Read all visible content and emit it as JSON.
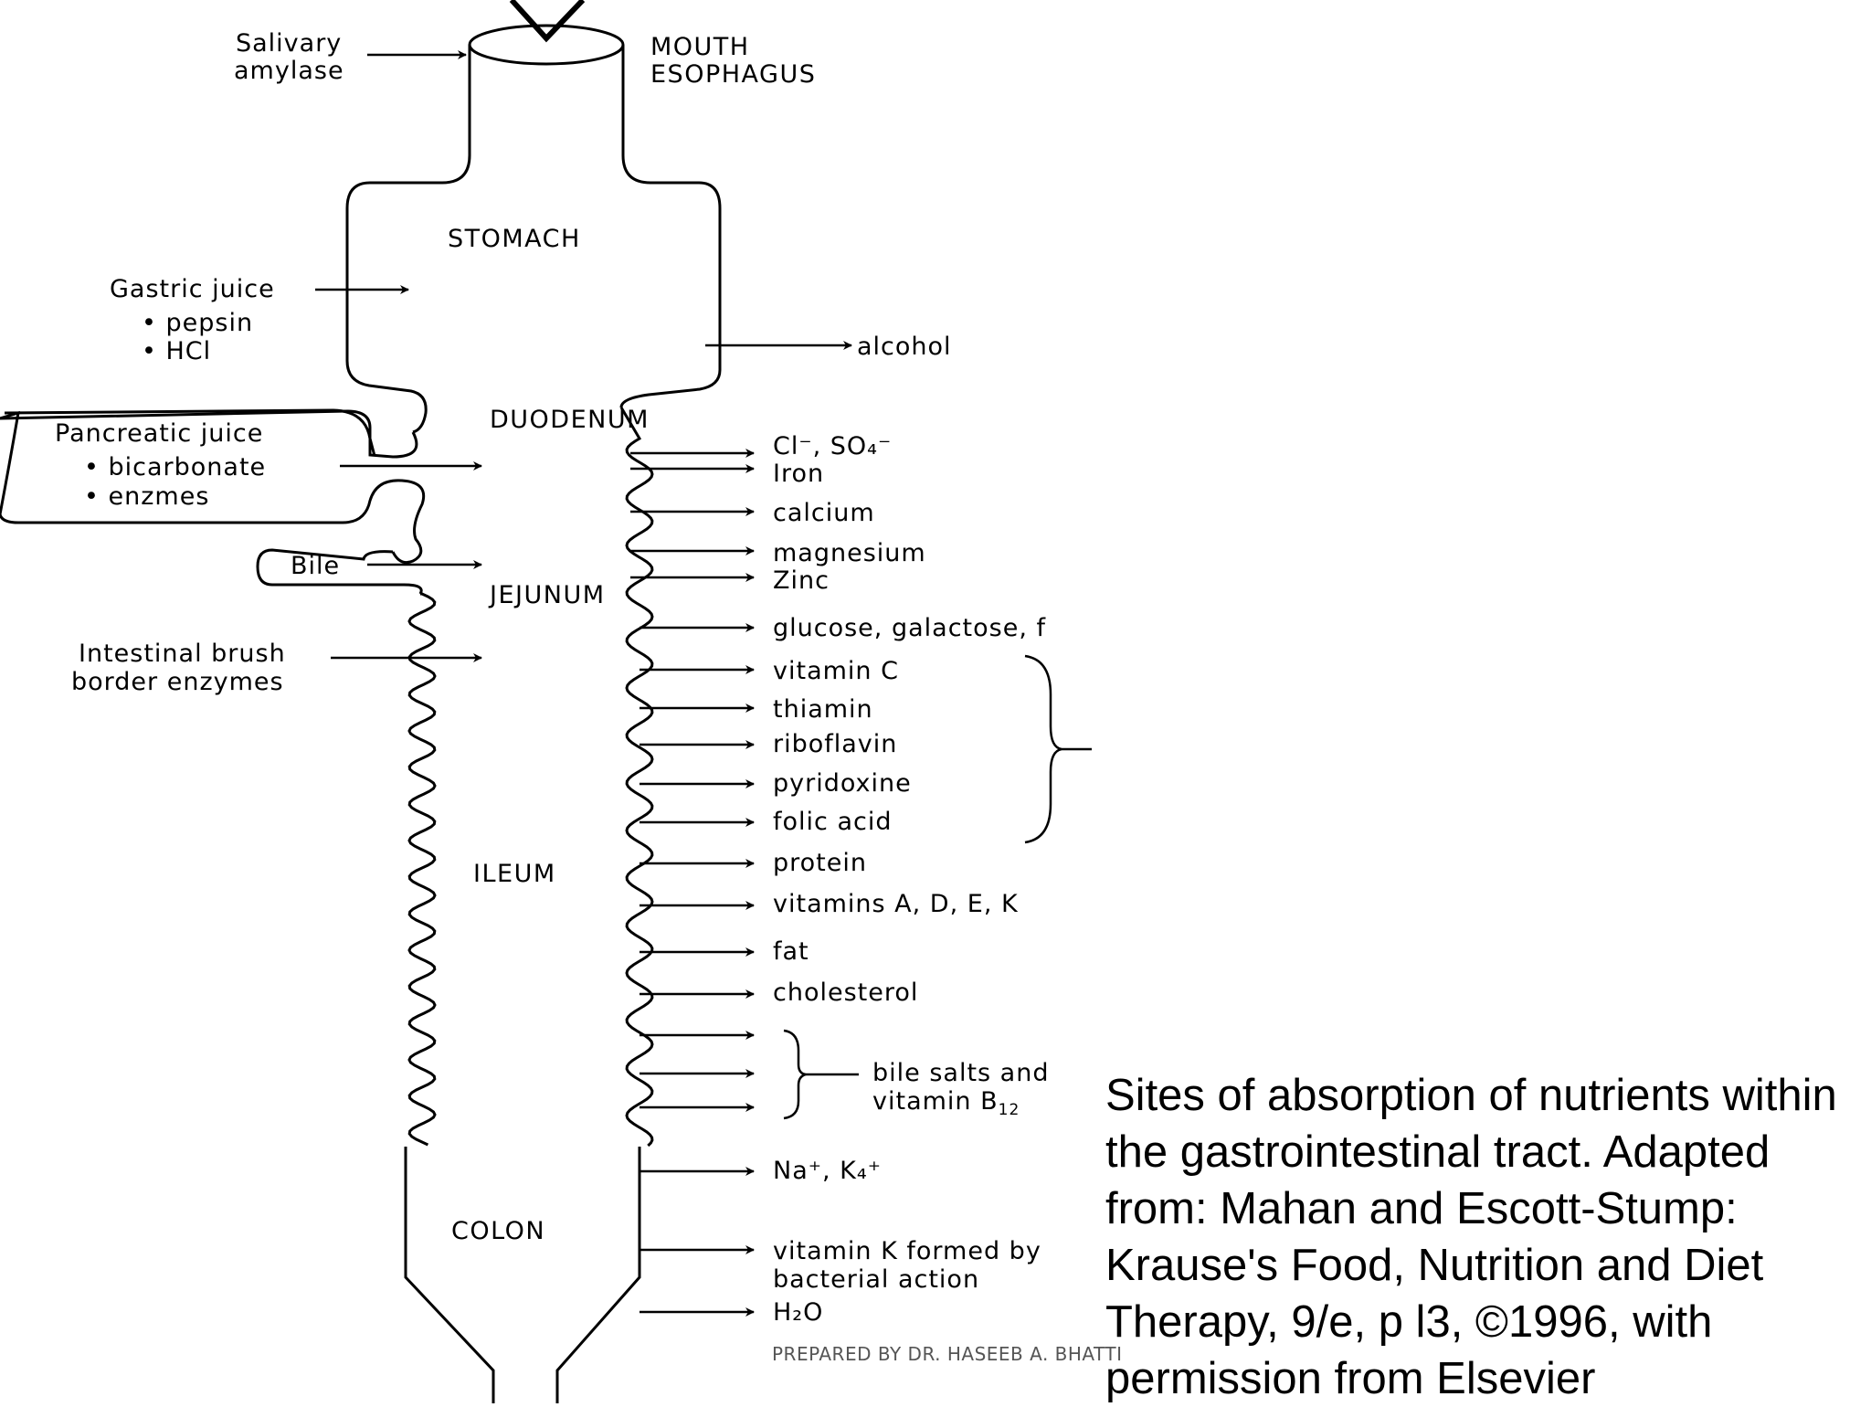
{
  "regions": {
    "mouth": "MOUTH",
    "esophagus": "ESOPHAGUS",
    "stomach": "STOMACH",
    "duodenum": "DUODENUM",
    "jejunum": "JEJUNUM",
    "ileum": "ILEUM",
    "colon": "COLON"
  },
  "secretions": {
    "salivary_1": "Salivary",
    "salivary_2": "amylase",
    "gastric": "Gastric juice",
    "gastric_b1": "• pepsin",
    "gastric_b2": "• HCl",
    "pancreatic": "Pancreatic juice",
    "pancreatic_b1": "• bicarbonate",
    "pancreatic_b2": "• enzmes",
    "bile": "Bile",
    "brush_1": "Intestinal brush",
    "brush_2": "border enzymes"
  },
  "absorbed": {
    "alcohol": "alcohol",
    "cl_so4": "Cl⁻, SO₄⁻",
    "iron": "Iron",
    "calcium": "calcium",
    "magnesium": "magnesium",
    "zinc": "Zinc",
    "glucose": "glucose, galactose, f",
    "vitamin_c": "vitamin C",
    "thiamin": "thiamin",
    "riboflavin": "riboflavin",
    "pyridoxine": "pyridoxine",
    "folic_acid": "folic acid",
    "protein": "protein",
    "vitamins_adek": "vitamins A, D, E, K",
    "fat": "fat",
    "cholesterol": "cholesterol",
    "bile_salts_1": "bile salts and",
    "bile_salts_2": "vitamin B",
    "bile_salts_sub": "12",
    "na_k": "Na⁺, K₄⁺",
    "vitamin_k_1": "vitamin K formed by",
    "vitamin_k_2": "bacterial action",
    "h2o": "H₂O"
  },
  "caption": "Sites of absorption of nutrients within the gastrointestinal tract. Adapted from: Mahan and Escott-Stump: Krause's Food, Nutrition and Diet Therapy, 9/e, p l3, ©1996, with permission from Elsevier",
  "credit": "PREPARED BY DR. HASEEB A. BHATTI"
}
